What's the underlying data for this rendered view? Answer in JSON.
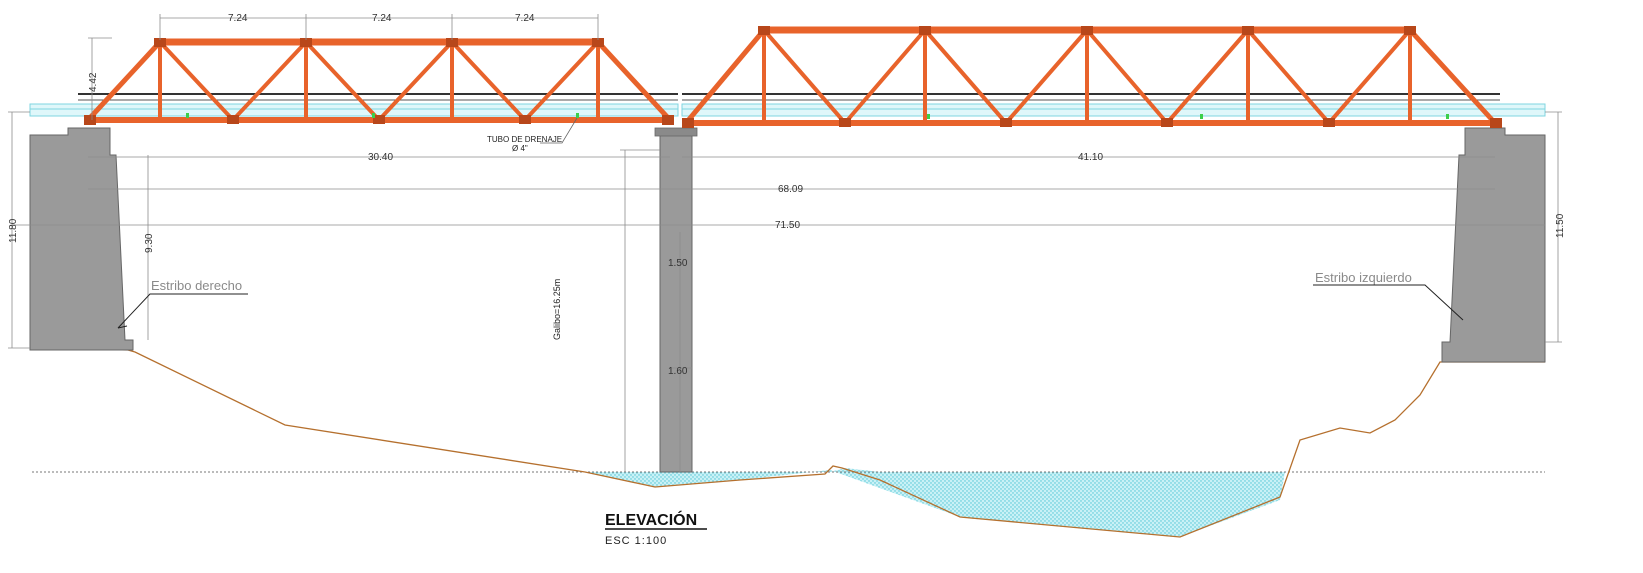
{
  "drawing": {
    "title": "ELEVACIÓN",
    "scale": "ESC  1:100",
    "labels": {
      "right_abutment": "Estribo derecho",
      "left_abutment": "Estribo izquierdo",
      "drain_line1": "TUBO DE DRENAJE",
      "drain_line2": "Ø 4\"",
      "clearance": "Galibo=16.25m"
    },
    "dimensions": {
      "panel_1": "7.24",
      "panel_2": "7.24",
      "panel_3": "7.24",
      "truss_height": "4.42",
      "span_left": "30.40",
      "span_right": "41.10",
      "total_1": "68.09",
      "total_2": "71.50",
      "abutment_left_height": "11.80",
      "abutment_right_height": "11.50",
      "abutment_depth": "9.30",
      "pier_seg_1": "1.50",
      "pier_seg_2": "1.60"
    },
    "colors": {
      "truss": "#e8632b",
      "truss_dark": "#b8471a",
      "concrete": "#9a9a9a",
      "water": "#aee8f0",
      "ground": "#b5702e",
      "deck_cyan": "#7fd6e0",
      "dim_line": "#8c8c8c"
    }
  }
}
